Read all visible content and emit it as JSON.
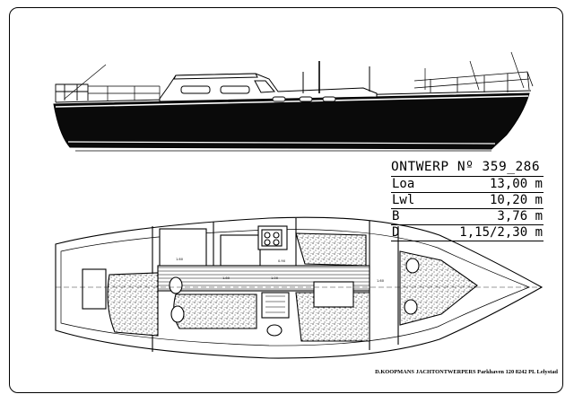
{
  "design": {
    "title": "ONTWERP Nº 359_286",
    "specs": [
      {
        "label": "Loa",
        "value": "13,00 m"
      },
      {
        "label": "Lwl",
        "value": "10,20 m"
      },
      {
        "label": "B",
        "value": "3,76 m"
      },
      {
        "label": "D",
        "value": "1,15/2,30 m"
      }
    ]
  },
  "plan_labels": {
    "berth_1": "1.80",
    "berth_2": "1.00",
    "berth_3": "1.60",
    "berth_4": "1.60",
    "galley": "0.90"
  },
  "credit": "D.KOOPMANS JACHTONTWERPERS Parkhaven 120 8242 PL Lelystad",
  "colors": {
    "ink": "#000000",
    "paper": "#ffffff",
    "hull": "#0a0a0a"
  }
}
